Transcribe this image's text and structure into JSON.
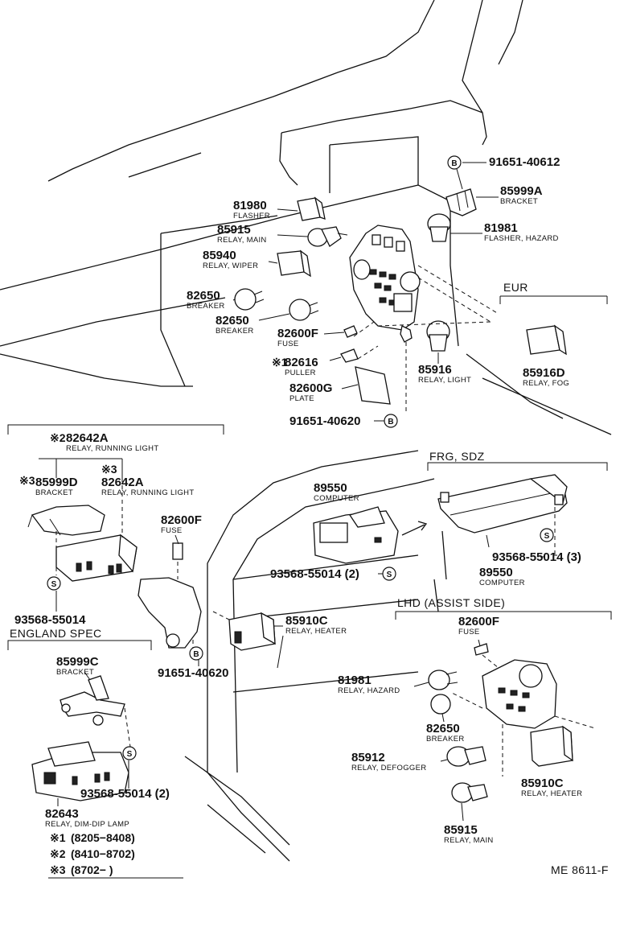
{
  "callouts": [
    {
      "id": "c1",
      "number": "91651-40612",
      "name": ""
    },
    {
      "id": "c2",
      "number": "85999A",
      "name": "BRACKET"
    },
    {
      "id": "c3",
      "number": "81980",
      "name": "FLASHER"
    },
    {
      "id": "c4",
      "number": "85915",
      "name": "RELAY, MAIN"
    },
    {
      "id": "c5",
      "number": "81981",
      "name": "FLASHER, HAZARD"
    },
    {
      "id": "c6",
      "number": "85940",
      "name": "RELAY, WIPER"
    },
    {
      "id": "c7",
      "number": "82650",
      "name": "BREAKER"
    },
    {
      "id": "c8",
      "number": "82650",
      "name": "BREAKER"
    },
    {
      "id": "c9",
      "number": "82600F",
      "name": "FUSE"
    },
    {
      "id": "c10",
      "number": "82616",
      "name": "PULLER"
    },
    {
      "id": "c11",
      "number": "82600G",
      "name": "PLATE"
    },
    {
      "id": "c12",
      "number": "85916",
      "name": "RELAY, LIGHT"
    },
    {
      "id": "c13",
      "number": "85916D",
      "name": "RELAY, FOG"
    },
    {
      "id": "c14",
      "number": "91651-40620",
      "name": ""
    },
    {
      "id": "c15",
      "number": "82642A",
      "name": "RELAY, RUNNING LIGHT"
    },
    {
      "id": "c16",
      "number": "85999D",
      "name": "BRACKET"
    },
    {
      "id": "c17",
      "number": "82642A",
      "name": "RELAY, RUNNING LIGHT"
    },
    {
      "id": "c18",
      "number": "82600F",
      "name": "FUSE"
    },
    {
      "id": "c19",
      "number": "89550",
      "name": "COMPUTER"
    },
    {
      "id": "c20",
      "number": "89550",
      "name": "COMPUTER"
    },
    {
      "id": "c21",
      "number": "93568-55014 (2)",
      "name": ""
    },
    {
      "id": "c22",
      "number": "93568-55014 (3)",
      "name": ""
    },
    {
      "id": "c23",
      "number": "93568-55014",
      "name": ""
    },
    {
      "id": "c24",
      "number": "85910C",
      "name": "RELAY, HEATER"
    },
    {
      "id": "c25",
      "number": "91651-40620",
      "name": ""
    },
    {
      "id": "c26",
      "number": "82600F",
      "name": "FUSE"
    },
    {
      "id": "c27",
      "number": "81981",
      "name": "RELAY, HAZARD"
    },
    {
      "id": "c28",
      "number": "82650",
      "name": "BREAKER"
    },
    {
      "id": "c29",
      "number": "85912",
      "name": "RELAY, DEFOGGER"
    },
    {
      "id": "c30",
      "number": "85910C",
      "name": "RELAY, HEATER"
    },
    {
      "id": "c31",
      "number": "85915",
      "name": "RELAY, MAIN"
    },
    {
      "id": "c32",
      "number": "85999C",
      "name": "BRACKET"
    },
    {
      "id": "c33",
      "number": "93568-55014 (2)",
      "name": ""
    },
    {
      "id": "c34",
      "number": "82643",
      "name": "RELAY, DIM-DIP LAMP"
    }
  ],
  "marks": {
    "s1": "※1",
    "s2": "※2",
    "s3": "※3",
    "s_mark": "S",
    "b_mark": "B"
  },
  "section_labels": {
    "eur": "EUR",
    "frg": "FRG, SDZ",
    "lhd": "LHD (ASSIST SIDE)",
    "england": "ENGLAND SPEC"
  },
  "notes": [
    {
      "mark": "※1",
      "range": "(8205−8408)"
    },
    {
      "mark": "※2",
      "range": "(8410−8702)"
    },
    {
      "mark": "※3",
      "range": "(8702−        )"
    }
  ],
  "figure_code": "ME 8611-F"
}
